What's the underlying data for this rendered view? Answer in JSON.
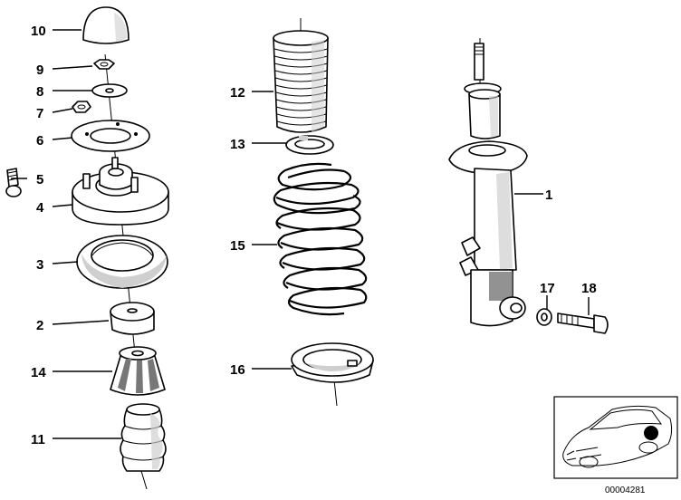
{
  "diagram": {
    "callouts": {
      "p1": "1",
      "p2": "2",
      "p3": "3",
      "p4": "4",
      "p5": "5",
      "p6": "6",
      "p7": "7",
      "p8": "8",
      "p9": "9",
      "p10": "10",
      "p11": "11",
      "p12": "12",
      "p13": "13",
      "p14": "14",
      "p15": "15",
      "p16": "16",
      "p17": "17",
      "p18": "18"
    },
    "document_number": "00004281"
  },
  "icons": {
    "vehicle_thumbnail": "car-location-icon"
  }
}
